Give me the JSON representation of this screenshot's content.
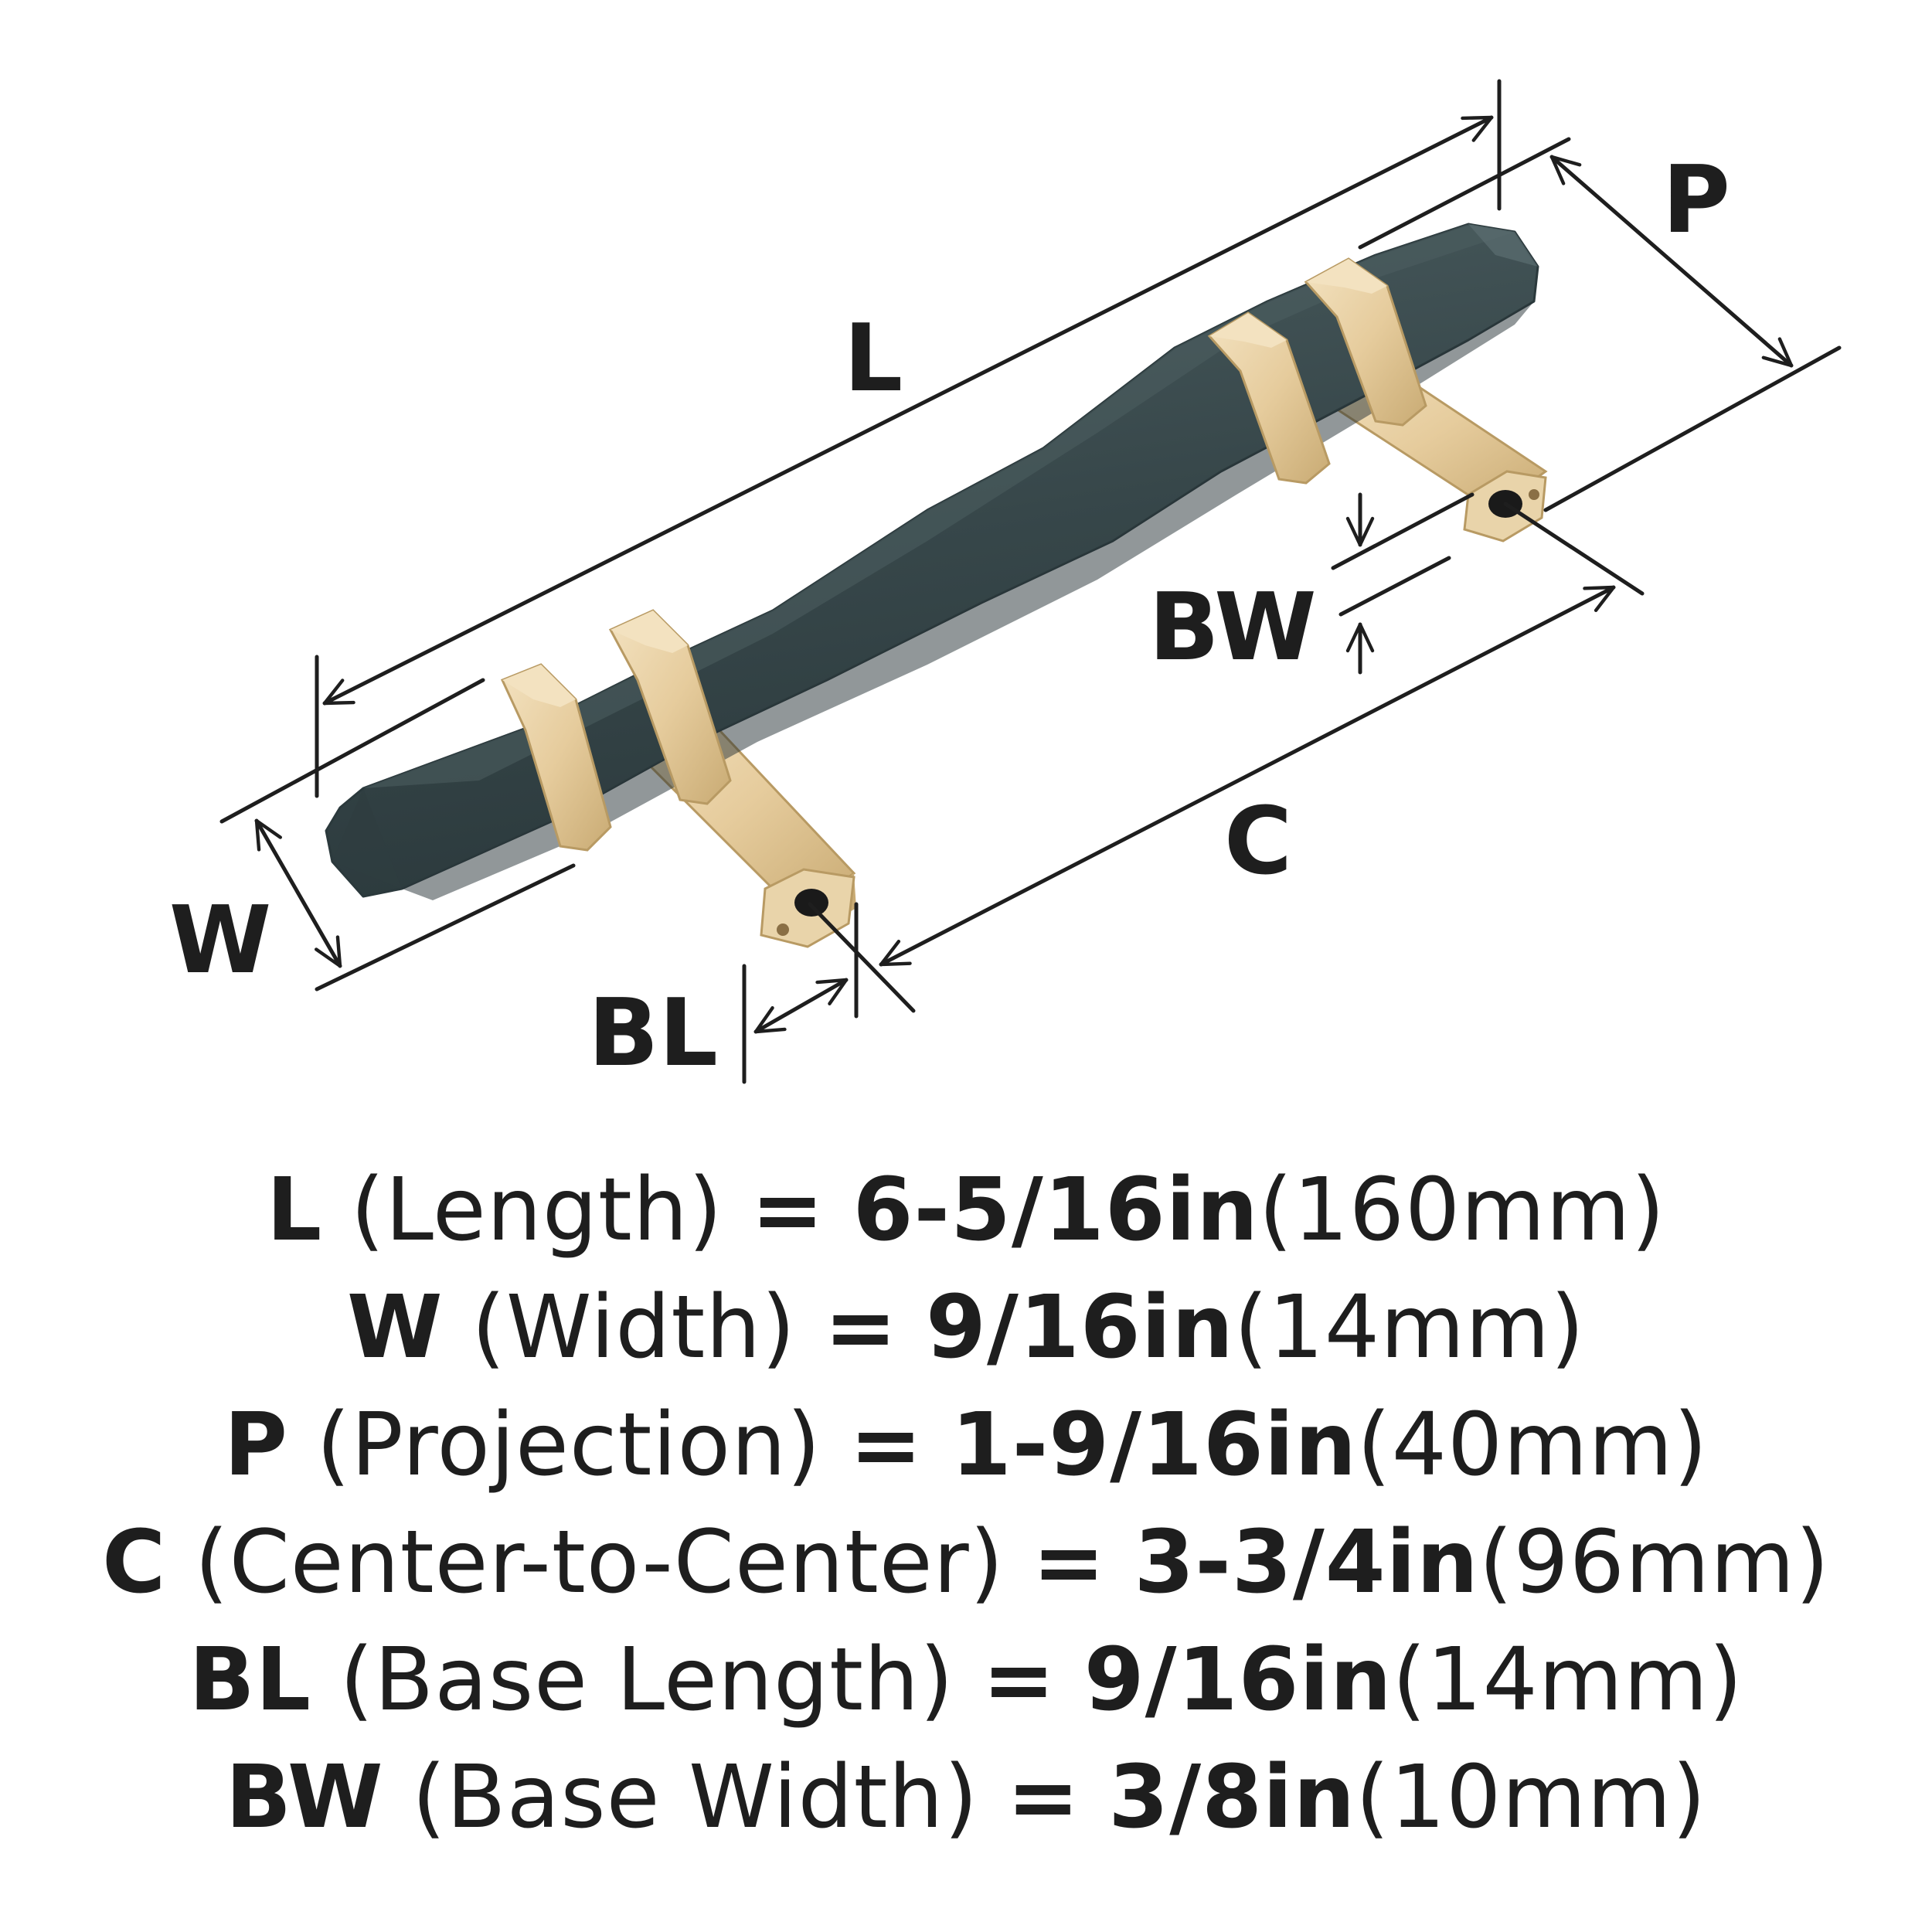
{
  "diagram": {
    "labels": {
      "L": "L",
      "P": "P",
      "BW": "BW",
      "W": "W",
      "C": "C",
      "BL": "BL"
    },
    "colors": {
      "handle": "#37474a",
      "handle_light": "#4c5e61",
      "handle_dark": "#2b393c",
      "brass": "#e6cc9d",
      "brass_light": "#f3e2c0",
      "brass_dark": "#b89a63",
      "line": "#1e1e1e"
    }
  },
  "specs": [
    {
      "code": "L",
      "name": "(Length)",
      "eq": "=",
      "imperial": "6-5/16in",
      "metric": "(160mm)"
    },
    {
      "code": "W",
      "name": "(Width)",
      "eq": "=",
      "imperial": "9/16in",
      "metric": "(14mm)"
    },
    {
      "code": "P",
      "name": "(Projection)",
      "eq": "=",
      "imperial": "1-9/16in",
      "metric": "(40mm)"
    },
    {
      "code": "C",
      "name": "(Center-to-Center)",
      "eq": "=",
      "imperial": "3-3/4in",
      "metric": "(96mm)"
    },
    {
      "code": "BL",
      "name": "(Base Length)",
      "eq": "=",
      "imperial": "9/16in",
      "metric": "(14mm)"
    },
    {
      "code": "BW",
      "name": "(Base Width)",
      "eq": "=",
      "imperial": "3/8in",
      "metric": "(10mm)"
    }
  ]
}
